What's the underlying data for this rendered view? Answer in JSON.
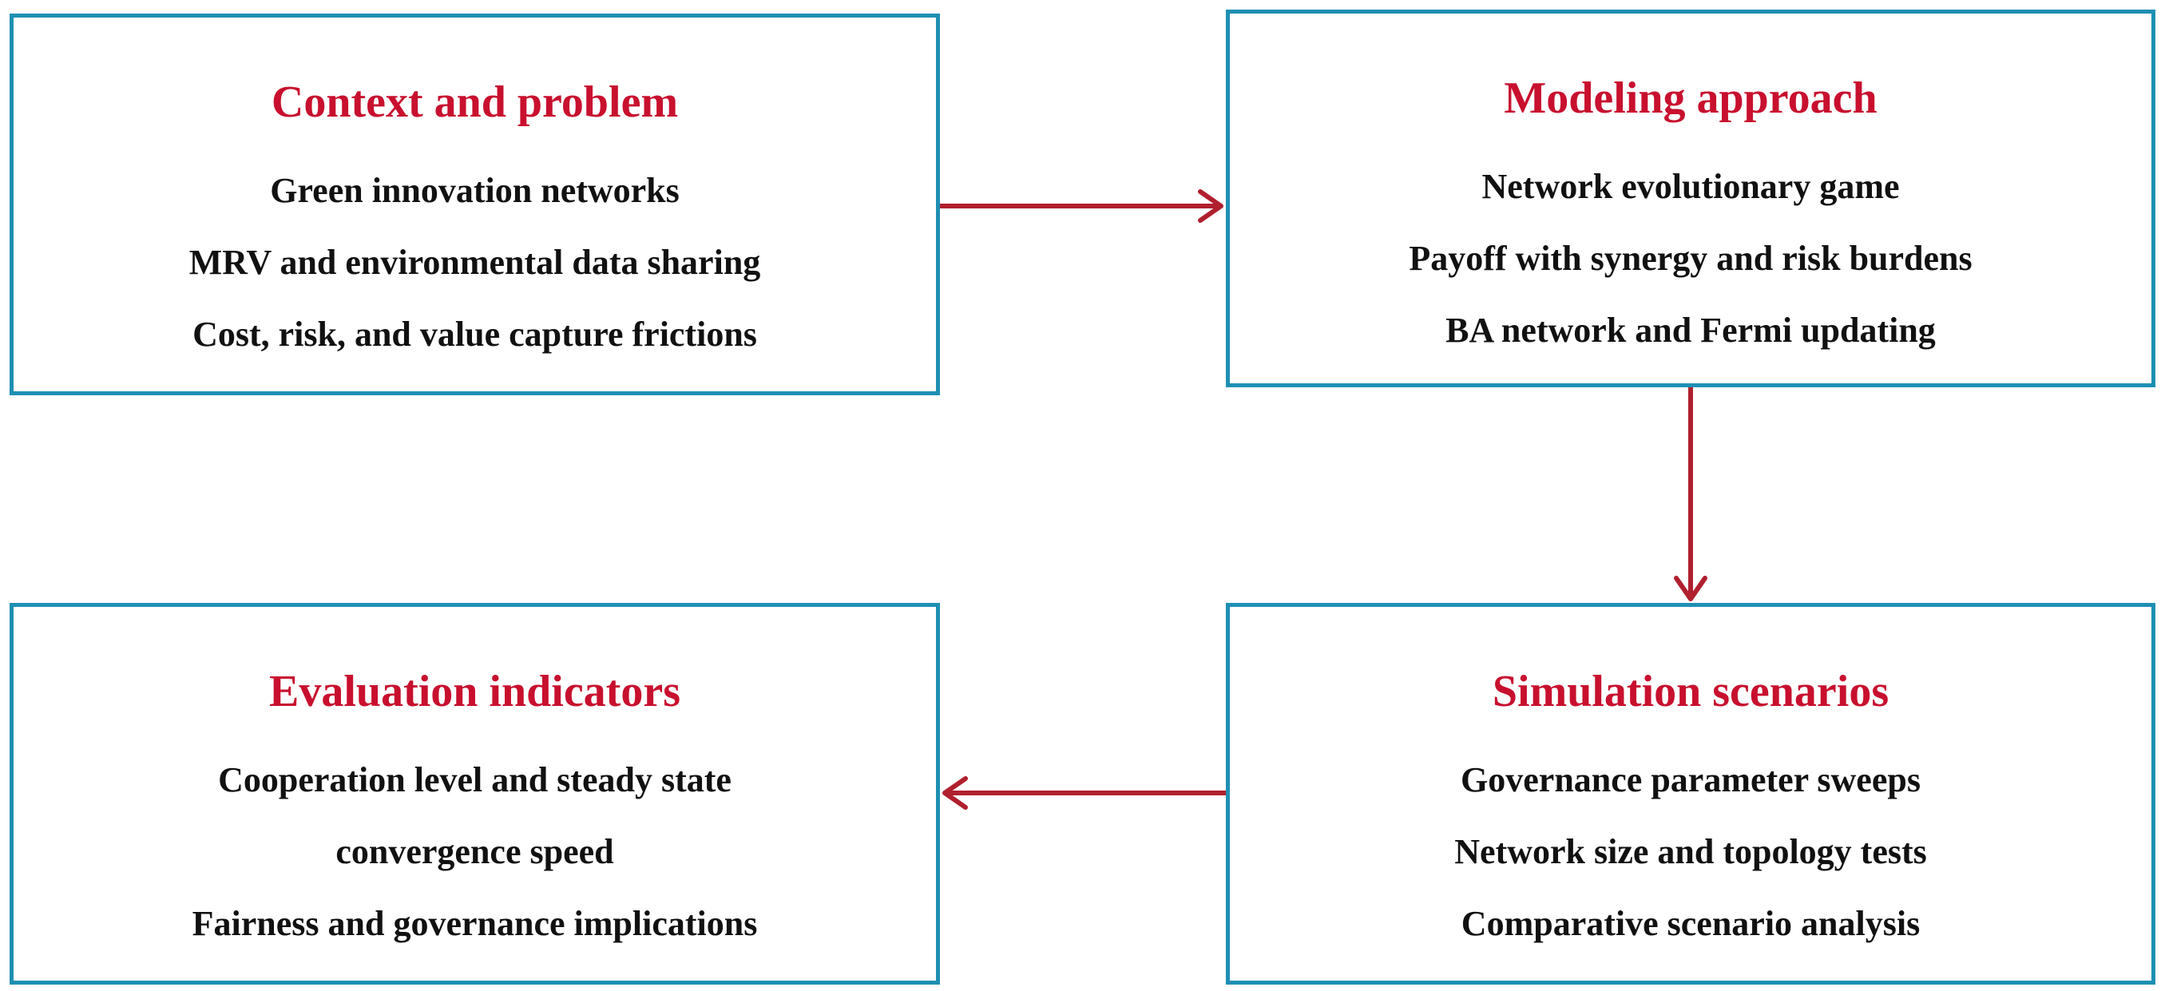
{
  "colors": {
    "box_border": "#1e8fb3",
    "title_text": "#c8102e",
    "body_text": "#111111",
    "arrow": "#b0202e"
  },
  "boxes": {
    "context": {
      "title": "Context and problem",
      "lines": [
        "Green innovation networks",
        "MRV and environmental data sharing",
        "Cost, risk, and value capture frictions"
      ]
    },
    "modeling": {
      "title": "Modeling approach",
      "lines": [
        "Network evolutionary game",
        "Payoff with synergy and risk burdens",
        "BA network and Fermi updating"
      ]
    },
    "simulation": {
      "title": "Simulation scenarios",
      "lines": [
        "Governance parameter sweeps",
        "Network size and topology tests",
        "Comparative scenario analysis"
      ]
    },
    "evaluation": {
      "title": "Evaluation indicators",
      "lines": [
        "Cooperation level and steady state",
        "convergence speed",
        "Fairness and governance implications"
      ]
    }
  }
}
